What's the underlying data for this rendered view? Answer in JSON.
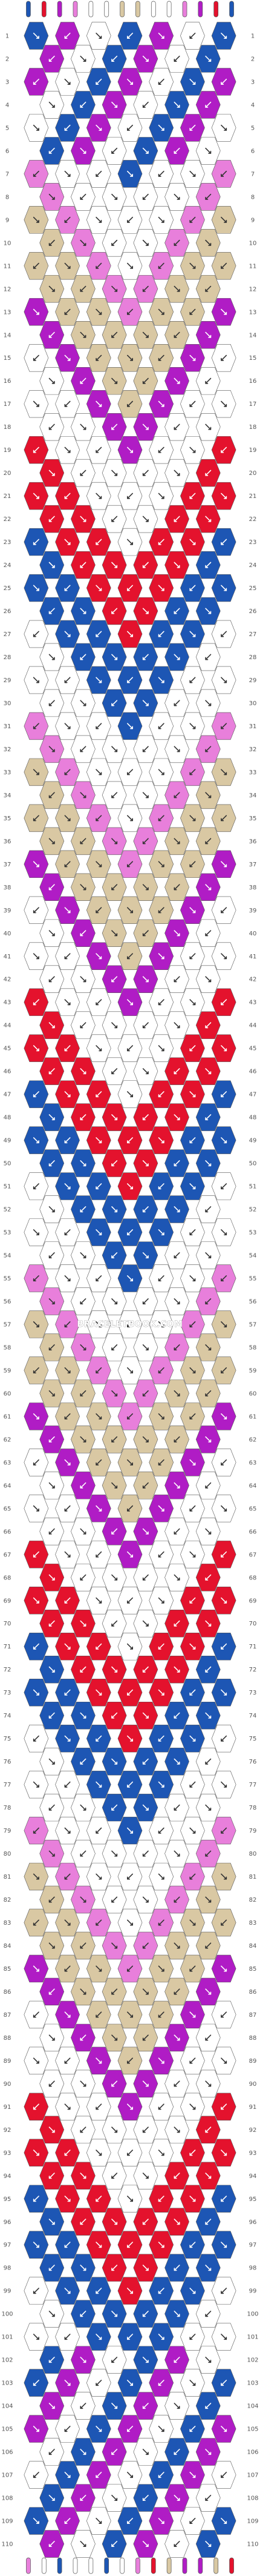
{
  "watermark": "BRACELETBOOK.COM",
  "colors": {
    "tan": "#d9c8a3",
    "blue": "#1d56b4",
    "red": "#e4122d",
    "purple": "#b01cc5",
    "pink": "#e87fdb",
    "white": "#ffffff",
    "outline": "#555555",
    "label": "#555555"
  },
  "strings": [
    "blue",
    "red",
    "purple",
    "pink",
    "white",
    "white",
    "tan",
    "tan",
    "white",
    "white",
    "pink",
    "purple",
    "red",
    "blue"
  ],
  "row_count": 110,
  "row_label_start": 1,
  "row_label_end": 110,
  "icons": {
    "knot": "hexagon-knot-icon",
    "arrow_forward": "arrow-down-right-icon",
    "arrow_backward": "arrow-down-left-icon"
  },
  "legend_note": ""
}
